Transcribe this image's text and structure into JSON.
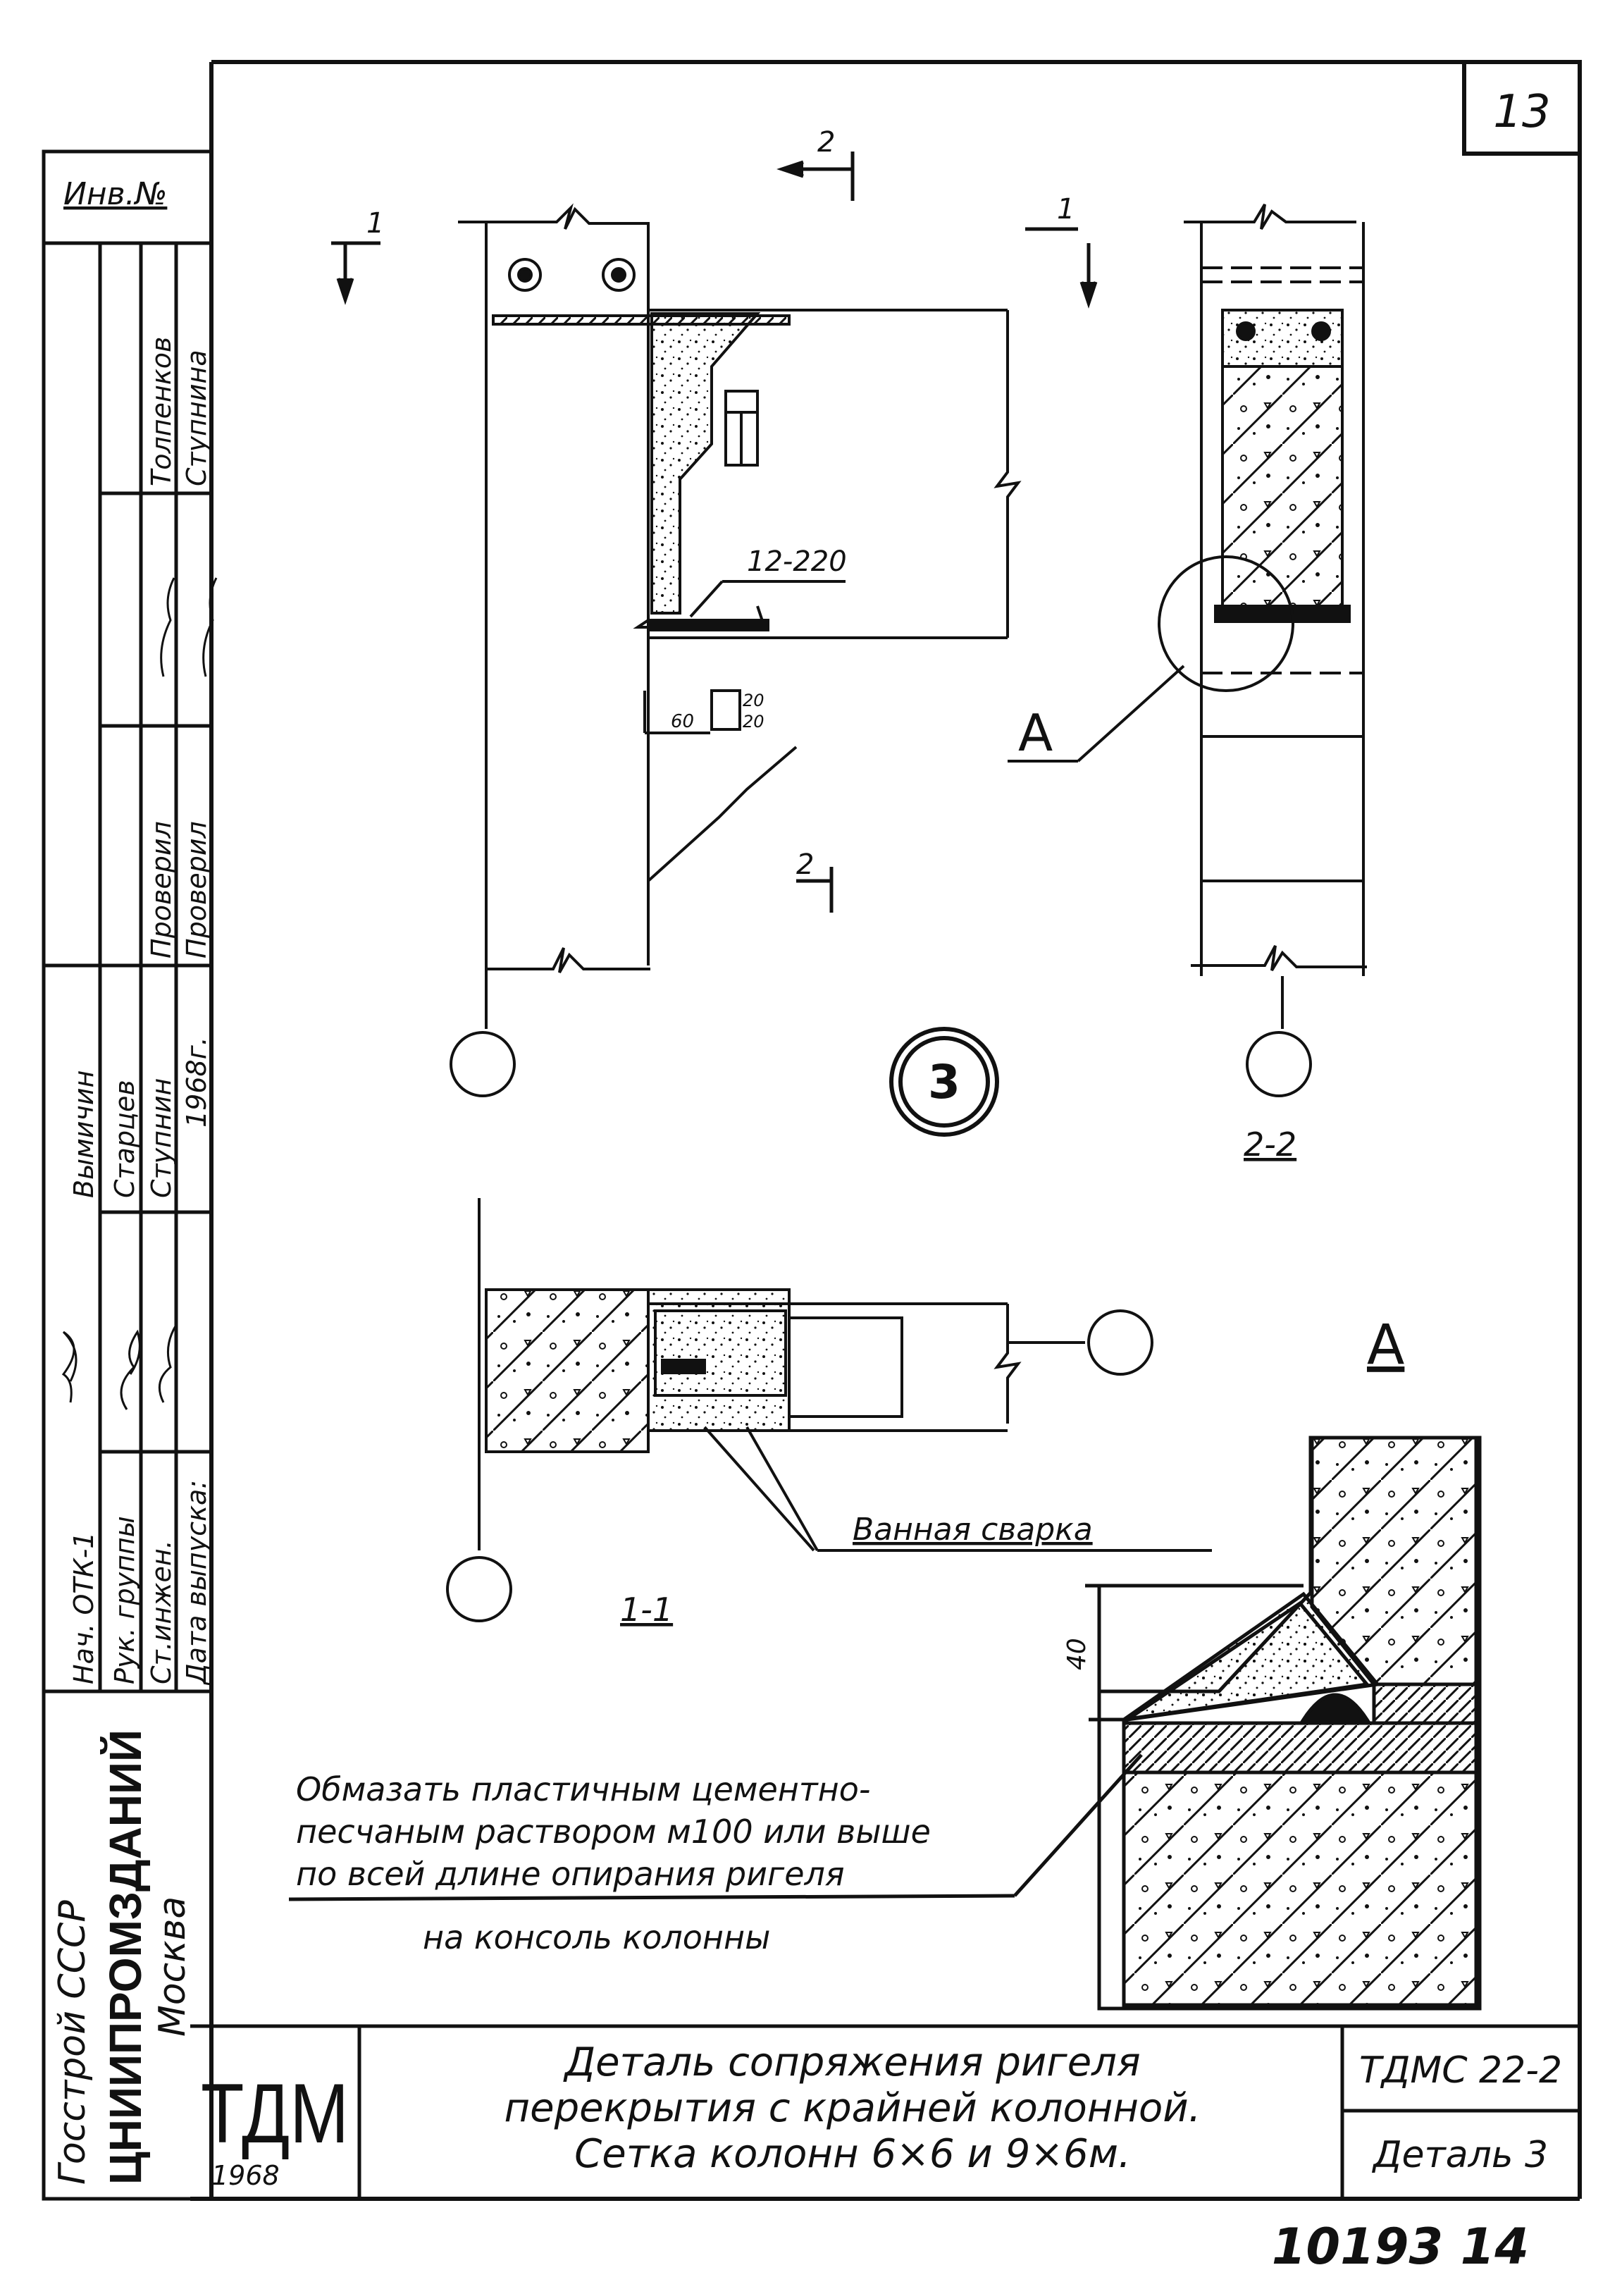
{
  "page_number": "13",
  "inventory_label": "Инв.№",
  "sidebar": {
    "organization": {
      "line1": "Госстрой СССР",
      "line2": "ЦНИИПРОМЗДАНИЙ",
      "line3": "Москва"
    },
    "staff": [
      {
        "role": "Нач. ОТК-1",
        "name": "Вымичин"
      },
      {
        "role": "Рук. группы",
        "name": "Старцев"
      },
      {
        "role": "Ст.инжен.",
        "name": "Ступнин"
      },
      {
        "role": "Дата выпуска:",
        "name": "1968г."
      }
    ],
    "checks": [
      {
        "status": "Проверил",
        "name": "Толпенков"
      },
      {
        "status": "Проверил",
        "name": "Ступнина"
      }
    ]
  },
  "drawing": {
    "section_marks": {
      "cut_1": "1",
      "cut_2": "2",
      "section_1_1": "1-1",
      "section_2_2": "2-2",
      "detail_letter": "А",
      "detail_number": "3"
    },
    "labels": {
      "rebar": "12-220",
      "dim_60": "60",
      "dim_20_top": "20",
      "dim_20_bottom": "20",
      "dim_40": "40",
      "weld": "Ванная сварка"
    },
    "note": {
      "line1": "Обмазать пластичным цементно-",
      "line2": "песчаным раствором м100 или выше",
      "line3": "по всей длине опирания ригеля",
      "line4": "на консоль колонны"
    }
  },
  "title_block": {
    "logo": "ТДМ",
    "year": "1968",
    "title_line1": "Деталь сопряжения ригеля",
    "title_line2": "перекрытия с крайней колонной.",
    "title_line3": "Сетка колонн 6×6 и 9×6м.",
    "code": "ТДМС 22-2",
    "detail": "Деталь 3"
  },
  "archive_number": "10193 14"
}
